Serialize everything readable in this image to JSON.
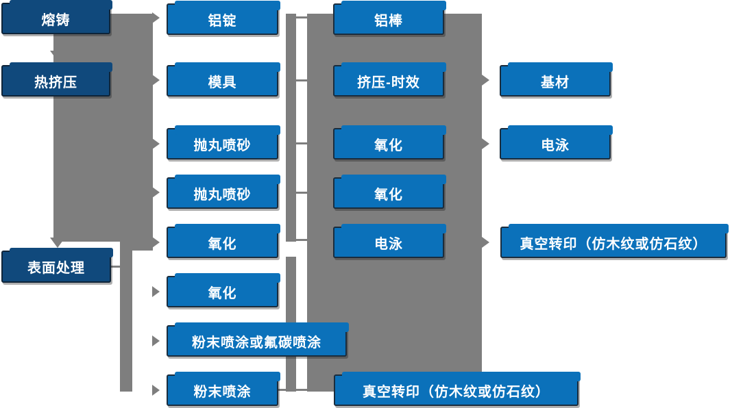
{
  "diagram_title": "",
  "colors": {
    "node_blue": "#0B71BA",
    "node_navy": "#10497C",
    "connector_gray": "#7E7E7E",
    "node_border": "#1A2C3D",
    "text": "#FFFFFF",
    "background": "#FFFFFF"
  },
  "nodes": {
    "melting_casting": {
      "label": "熔铸"
    },
    "hot_extrusion": {
      "label": "热挤压"
    },
    "surface_treatment": {
      "label": "表面处理"
    },
    "aluminum_ingot": {
      "label": "铝锭"
    },
    "die": {
      "label": "模具"
    },
    "shot_blasting_1": {
      "label": "抛丸喷砂"
    },
    "shot_blasting_2": {
      "label": "抛丸喷砂"
    },
    "oxidation_1": {
      "label": "氧化"
    },
    "oxidation_2": {
      "label": "氧化"
    },
    "powder_or_fluorocarbon_coating": {
      "label": "粉末喷涂或氟碳喷涂"
    },
    "powder_coating": {
      "label": "粉末喷涂"
    },
    "aluminum_rod": {
      "label": "铝棒"
    },
    "extrusion_aging": {
      "label": "挤压-时效"
    },
    "oxidation_3": {
      "label": "氧化"
    },
    "oxidation_4": {
      "label": "氧化"
    },
    "electrophoresis_1": {
      "label": "电泳"
    },
    "vacuum_transfer_1": {
      "label": "真空转印（仿木纹或仿石纹）"
    },
    "base_material": {
      "label": "基材"
    },
    "electrophoresis_2": {
      "label": "电泳"
    },
    "vacuum_transfer_2": {
      "label": "真空转印（仿木纹或仿石纹）"
    }
  },
  "columns": {
    "stage_column": [
      "熔铸",
      "热挤压",
      "表面处理"
    ],
    "process_column_1": [
      "铝锭",
      "模具",
      "抛丸喷砂",
      "抛丸喷砂",
      "氧化",
      "氧化",
      "粉末喷涂或氟碳喷涂",
      "粉末喷涂"
    ],
    "process_column_2": [
      "铝棒",
      "挤压-时效",
      "氧化",
      "氧化",
      "电泳",
      "真空转印（仿木纹或仿石纹）"
    ],
    "process_column_3": [
      "基材",
      "电泳",
      "真空转印（仿木纹或仿石纹）"
    ]
  }
}
